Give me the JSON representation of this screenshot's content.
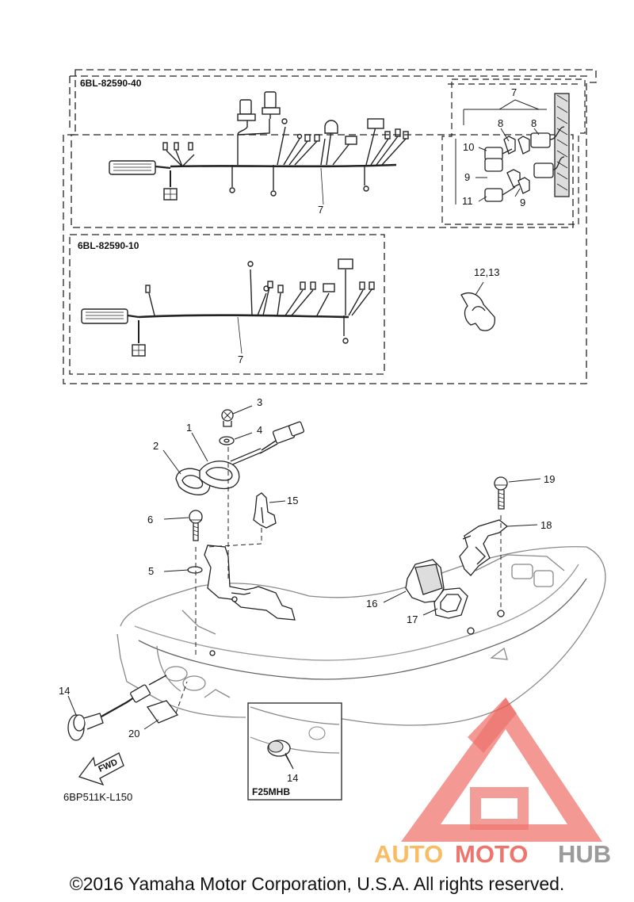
{
  "diagram": {
    "kit_codes": {
      "upper": "6BL-82590-40",
      "lower": "6BL-82590-10",
      "variant": "F25MHB",
      "drawing": "6BP511K-L150"
    },
    "callouts": {
      "c1": "1",
      "c2": "2",
      "c3": "3",
      "c4": "4",
      "c5": "5",
      "c6": "6",
      "c7a": "7",
      "c7b": "7",
      "c7c": "7",
      "c8a": "8",
      "c8b": "8",
      "c9a": "9",
      "c9b": "9",
      "c10": "10",
      "c11": "11",
      "c1213": "12,13",
      "c14a": "14",
      "c14b": "14",
      "c15": "15",
      "c16": "16",
      "c17": "17",
      "c18": "18",
      "c19": "19",
      "c20": "20"
    },
    "fwd_label": "FWD"
  },
  "watermark": {
    "auto": "AUTO",
    "moto": "MOTO",
    "hub": "HUB",
    "color_red": "#ec5d55",
    "color_orange": "#f7b24a",
    "color_gray": "#8a8a8a"
  },
  "footer": {
    "copyright": "©2016 Yamaha Motor Corporation, U.S.A. All rights reserved."
  }
}
